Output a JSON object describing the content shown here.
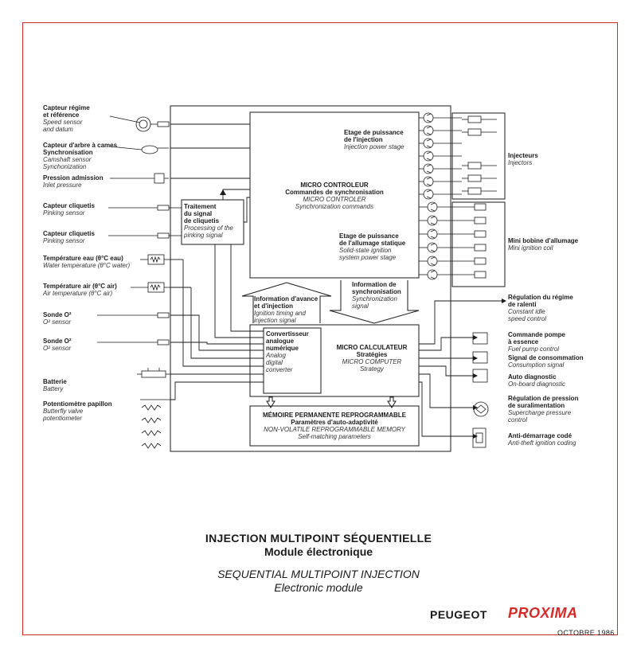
{
  "inputs": [
    {
      "fr1": "Capteur régime",
      "fr2": "et référence",
      "en1": "Speed sensor",
      "en2": "and datum"
    },
    {
      "fr1": "Capteur d'arbre à cames",
      "fr2": "Synchronisation",
      "en1": "Camshaft sensor",
      "en2": "Synchonization"
    },
    {
      "fr1": "Pression admission",
      "fr2": "",
      "en1": "Inlet pressure",
      "en2": ""
    },
    {
      "fr1": "Capteur cliquetis",
      "fr2": "",
      "en1": "Pinking sensor",
      "en2": ""
    },
    {
      "fr1": "Capteur cliquetis",
      "fr2": "",
      "en1": "Pinking sensor",
      "en2": ""
    },
    {
      "fr1": "Température eau (θ°C eau)",
      "fr2": "",
      "en1": "Water temperature (θ°C water)",
      "en2": ""
    },
    {
      "fr1": "Température air (θ°C air)",
      "fr2": "",
      "en1": "Air temperature (θ°C air)",
      "en2": ""
    },
    {
      "fr1": "Sonde O²",
      "fr2": "",
      "en1": "O² sensor",
      "en2": ""
    },
    {
      "fr1": "Sonde O²",
      "fr2": "",
      "en1": "O² sensor",
      "en2": ""
    },
    {
      "fr1": "Batterie",
      "fr2": "",
      "en1": "Battery",
      "en2": ""
    },
    {
      "fr1": "Potentiomètre papillon",
      "fr2": "",
      "en1": "Butterfly valve",
      "en2": "potentiometer"
    }
  ],
  "outputs": [
    {
      "fr1": "Injecteurs",
      "fr2": "",
      "en1": "Injectors",
      "en2": ""
    },
    {
      "fr1": "Mini bobine d'allumage",
      "fr2": "",
      "en1": "Mini ignition coil",
      "en2": ""
    },
    {
      "fr1": "Régulation du régime",
      "fr2": "de ralenti",
      "en1": "Constant idle",
      "en2": "speed control"
    },
    {
      "fr1": "Commande pompe",
      "fr2": "à essence",
      "en1": "Fuel pump control",
      "en2": ""
    },
    {
      "fr1": "Signal de consommation",
      "fr2": "",
      "en1": "Consumption signal",
      "en2": ""
    },
    {
      "fr1": "Auto diagnostic",
      "fr2": "",
      "en1": "On-board diagnostic",
      "en2": ""
    },
    {
      "fr1": "Régulation de pression",
      "fr2": "de suralimentation",
      "en1": "Supercharge pressure",
      "en2": "control"
    },
    {
      "fr1": "Anti-démarrage codé",
      "fr2": "",
      "en1": "Anti-theft ignition coding",
      "en2": ""
    }
  ],
  "blocks": {
    "micro_controleur": {
      "fr1": "MICRO CONTROLEUR",
      "fr2": "Commandes de synchronisation",
      "en1": "MICRO CONTROLER",
      "en2": "Synchronization commands"
    },
    "injection_stage": {
      "fr1": "Etage de puissance",
      "fr2": "de l'injection",
      "en1": "Injection power stage"
    },
    "ignition_stage": {
      "fr1": "Etage de puissance",
      "fr2": "de l'allumage statique",
      "en1": "Solid-state ignition",
      "en2": "system power stage"
    },
    "traitement": {
      "fr1": "Traitement",
      "fr2": "du signal",
      "fr3": "de cliquetis",
      "en1": "Processing of the",
      "en2": "pinking signal"
    },
    "avance": {
      "fr1": "Information d'avance",
      "fr2": "et d'injection",
      "en1": "Ignition timing and",
      "en2": "injection signal"
    },
    "synchro": {
      "fr1": "Information de",
      "fr2": "synchronisation",
      "en1": "Synchronization",
      "en2": "signal"
    },
    "convertisseur": {
      "fr1": "Convertisseur",
      "fr2": "analogue",
      "fr3": "numérique",
      "en1": "Analog",
      "en2": "digital",
      "en3": "converter"
    },
    "micro_calculateur": {
      "fr1": "MICRO CALCULATEUR",
      "fr2": "Stratégies",
      "en1": "MICRO COMPUTER",
      "en2": "Strategy"
    },
    "memoire": {
      "fr1": "MÉMOIRE PERMANENTE REPROGRAMMABLE",
      "fr2": "Paramètres d'auto-adaptivité",
      "en1": "NON-VOLATILE REPROGRAMMABLE MEMORY",
      "en2": "Self-matching parameters"
    }
  },
  "title": {
    "fr1": "INJECTION MULTIPOINT SÉQUENTIELLE",
    "fr2": "Module électronique",
    "en1": "SEQUENTIAL MULTIPOINT INJECTION",
    "en2": "Electronic module"
  },
  "brand": {
    "make": "PEUGEOT",
    "model": "PROXIMA"
  },
  "date": "OCTOBRE 1986",
  "colors": {
    "frame": "#d42a2a",
    "line": "#1a1a1a",
    "accent": "#d42a2a"
  }
}
